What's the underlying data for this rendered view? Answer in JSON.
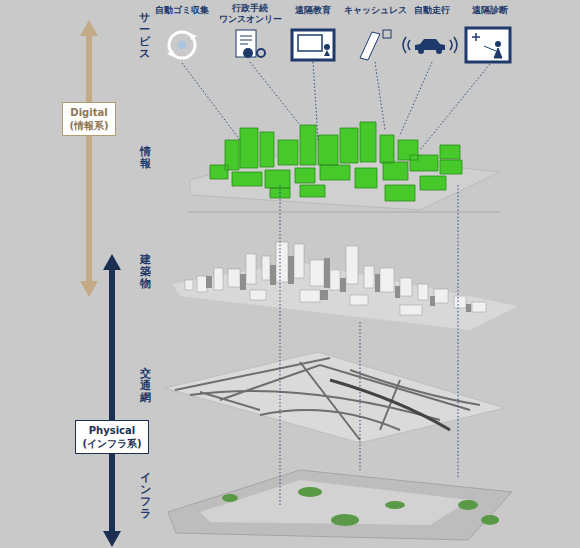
{
  "diagram": {
    "nodes": [
      {
        "text": [
          "自動ゴミ収集"
        ]
      },
      {
        "text": [
          "行政手続 ワンスオンリー"
        ]
      },
      {
        "text": [
          "遠隔教育"
        ]
      },
      {
        "text": [
          "キャッシュレス"
        ]
      },
      {
        "text": [
          "自動走行"
        ]
      },
      {
        "text": [
          "遠隔診断"
        ]
      },
      {
        "text": [
          "Digital (情報系)"
        ]
      },
      {
        "text": [
          "Physical (インフラ系)"
        ]
      }
    ],
    "labels": [
      "サービス",
      "情報",
      "建築物",
      "交通網",
      "インフラ"
    ]
  }
}
